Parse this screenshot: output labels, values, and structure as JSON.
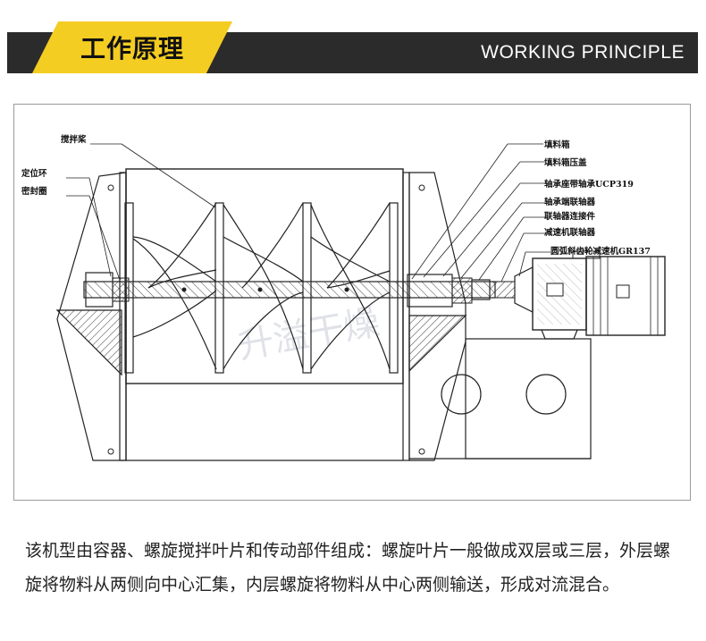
{
  "header": {
    "title": "工作原理",
    "subtitle": "WORKING PRINCIPLE",
    "accent_color": "#f4cd22",
    "bar_color": "#2b2b2b"
  },
  "diagram": {
    "labels": {
      "stirrer": "搅拌桨",
      "positioning_ring": "定位环",
      "seal_ring": "密封圈",
      "material_box": "填料箱",
      "gland": "填料箱压盖",
      "bearing_seat": "轴承座带轴承UCP319",
      "bearing_coupling": "轴承端联轴器",
      "coupling_link": "联轴器连接件",
      "reducer_coupling": "减速机联轴器",
      "reducer": "圆弧斜齿轮减速机GR137"
    },
    "watermark": "升溢干燥"
  },
  "description": "该机型由容器、螺旋搅拌叶片和传动部件组成：螺旋叶片一般做成双层或三层，外层螺旋将物料从两侧向中心汇集，内层螺旋将物料从中心两侧输送，形成对流混合。"
}
